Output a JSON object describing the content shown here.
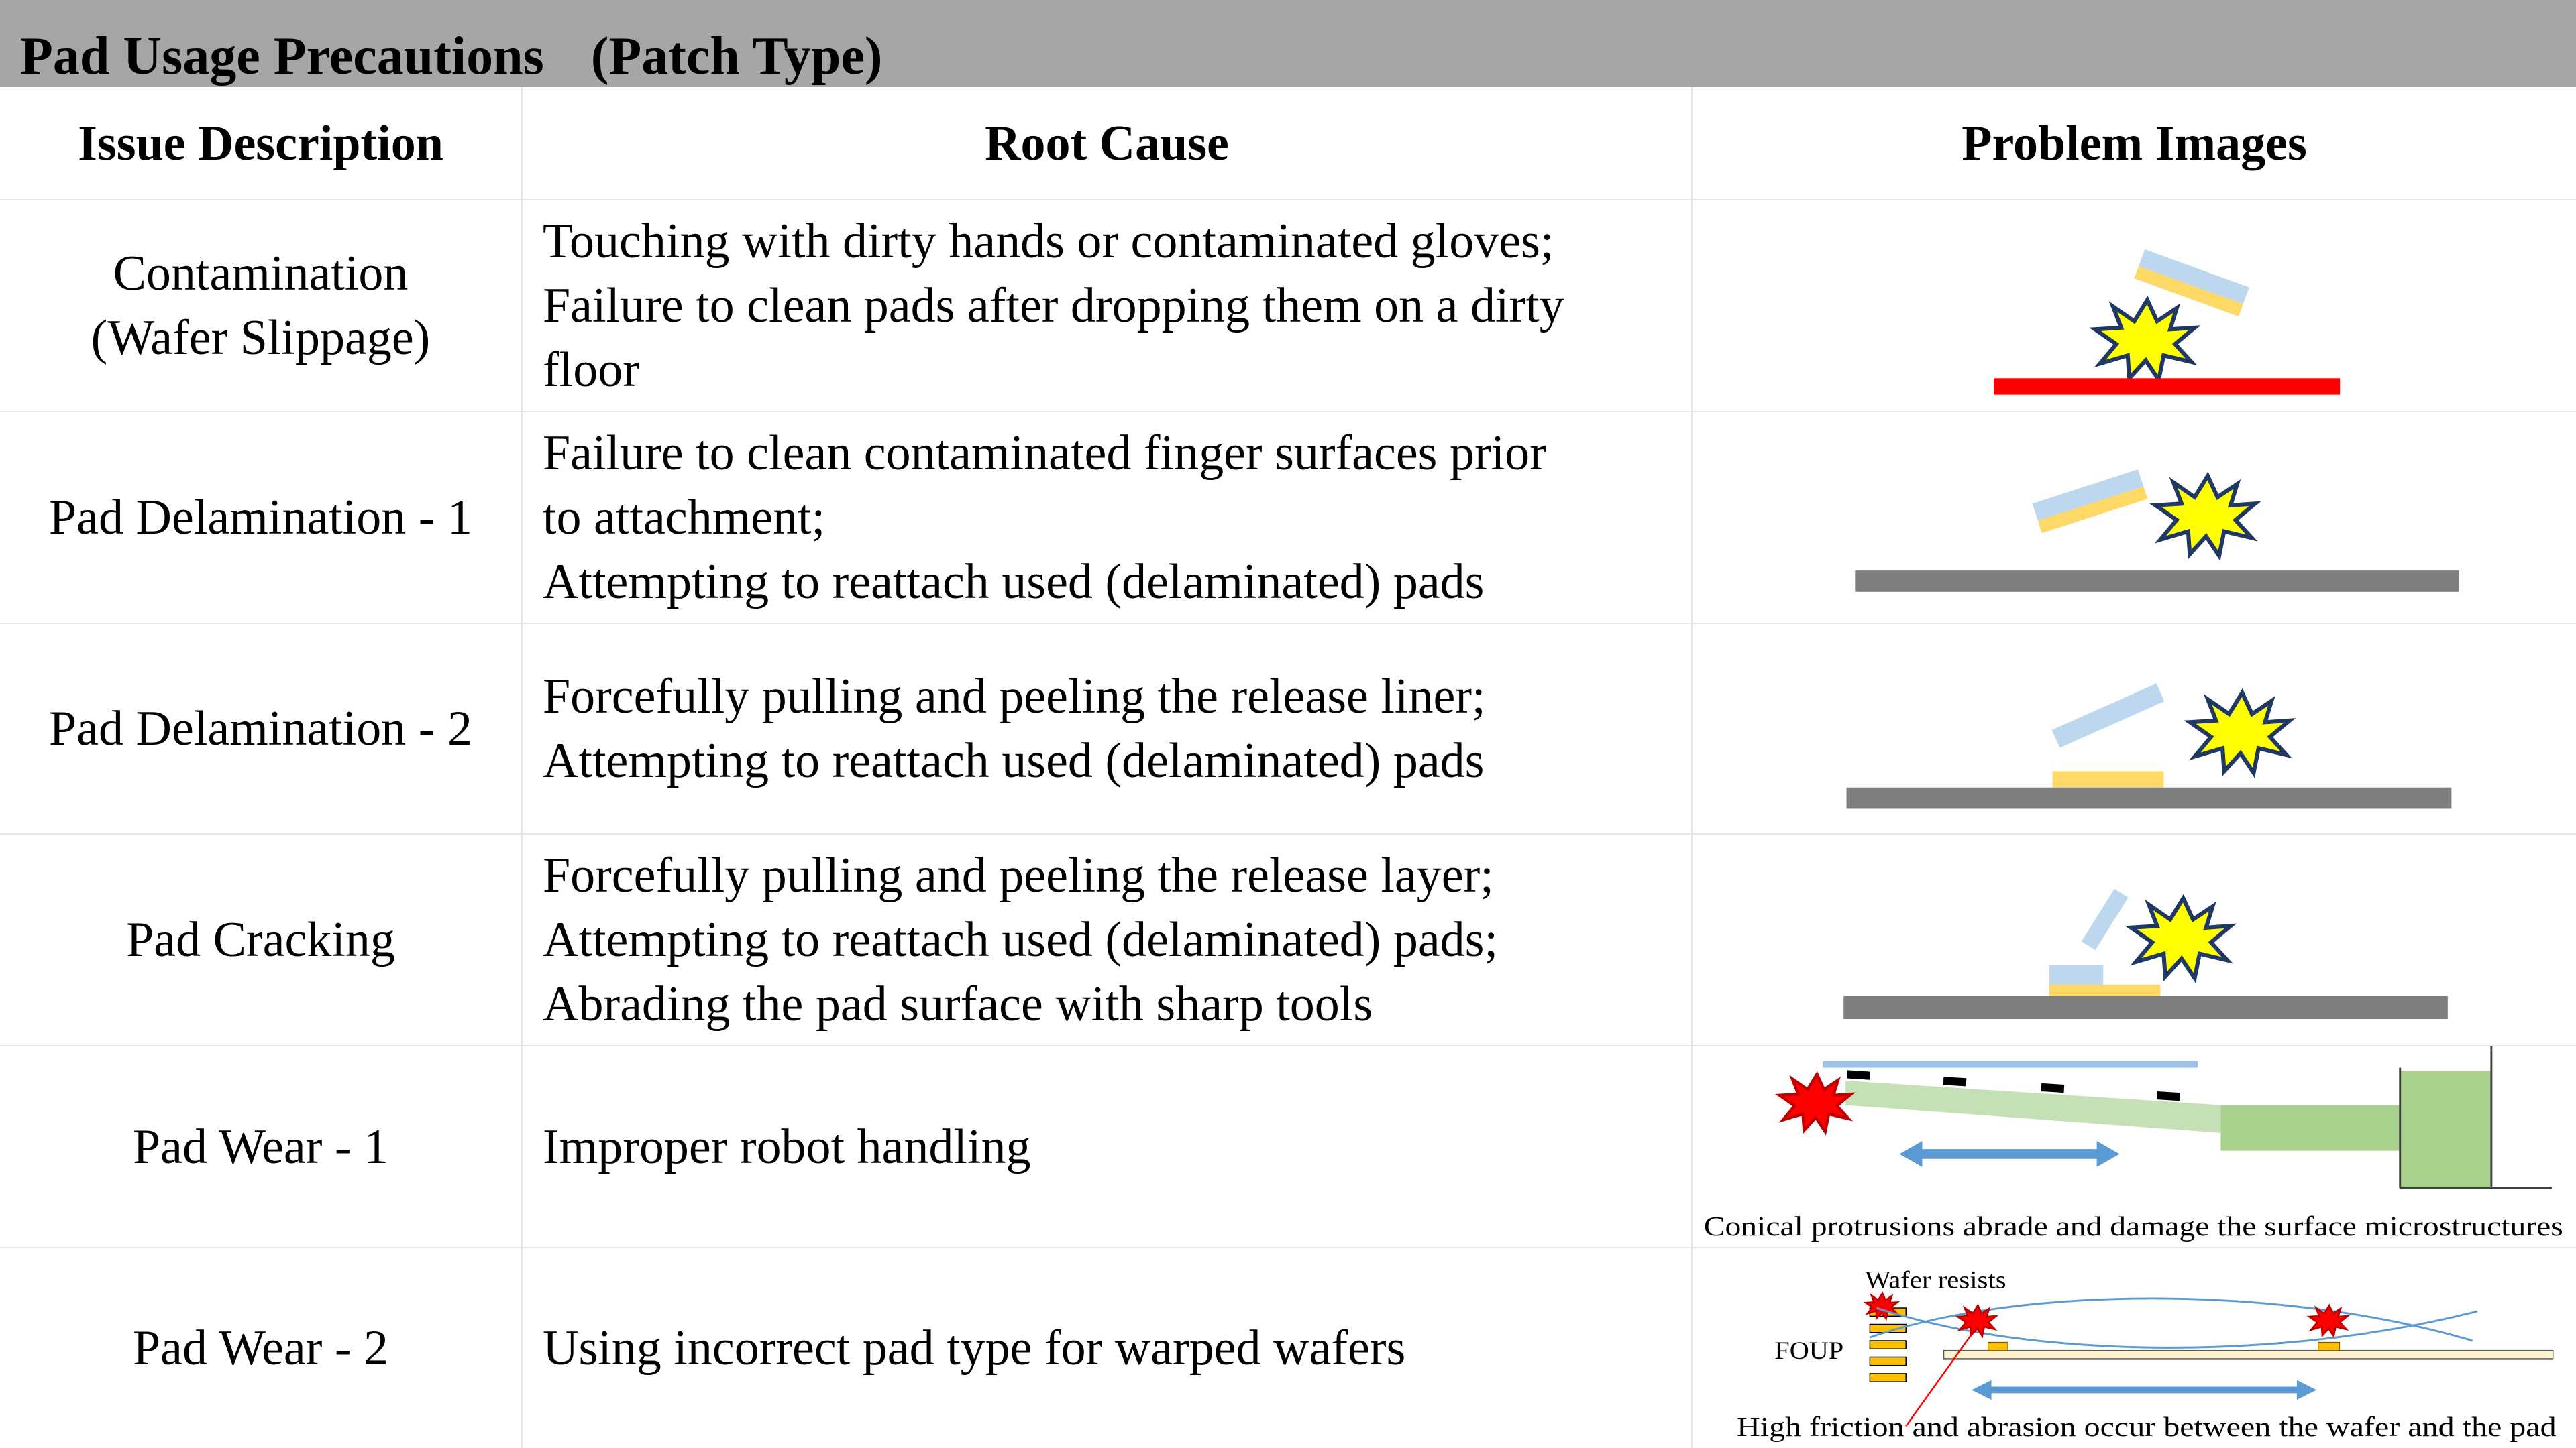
{
  "header": {
    "title": "Pad Usage Precautions",
    "title_suffix": "(Patch Type)"
  },
  "table": {
    "columns": [
      "Issue Description",
      "Root Cause",
      "Problem Images"
    ],
    "rows": [
      {
        "issue_lines": [
          "Contamination",
          "(Wafer Slippage)"
        ],
        "root_cause_lines": [
          "Touching with dirty hands or contaminated gloves;",
          "Failure to clean pads after dropping them on a dirty",
          "floor"
        ]
      },
      {
        "issue_lines": [
          "Pad Delamination - 1"
        ],
        "root_cause_lines": [
          "Failure to clean contaminated finger surfaces prior",
          "to attachment;",
          "Attempting to reattach used (delaminated) pads"
        ]
      },
      {
        "issue_lines": [
          "Pad Delamination - 2"
        ],
        "root_cause_lines": [
          "Forcefully pulling and peeling the release liner;",
          "Attempting to reattach used (delaminated) pads"
        ]
      },
      {
        "issue_lines": [
          "Pad Cracking"
        ],
        "root_cause_lines": [
          "Forcefully pulling and peeling the release layer;",
          "Attempting to reattach used (delaminated) pads;",
          "Abrading the pad surface with sharp tools"
        ]
      },
      {
        "issue_lines": [
          "Pad Wear - 1"
        ],
        "root_cause_lines": [
          "Improper robot handling"
        ],
        "image_caption": "Conical protrusions abrade and damage the surface microstructures"
      },
      {
        "issue_lines": [
          "Pad Wear - 2"
        ],
        "root_cause_lines": [
          "Using incorrect pad type for warped wafers"
        ],
        "image_labels": {
          "wafer_resists": "Wafer resists",
          "foup": "FOUP"
        },
        "image_caption": "High friction and abrasion occur between the wafer and the pad"
      }
    ]
  },
  "colors": {
    "title_bar": "#a6a6a6",
    "pad_top": "#bdd7ee",
    "pad_bottom": "#ffd966",
    "burst_yellow": "#ffff00",
    "burst_red": "#ff0000",
    "red_bar": "#ff0000",
    "gray_bar": "#7f7f7f",
    "arm_light_green": "#c5e0b4",
    "arm_green": "#a9d18e",
    "arrow_blue": "#5b9bd5",
    "guide_blue": "#9dc3e6"
  }
}
